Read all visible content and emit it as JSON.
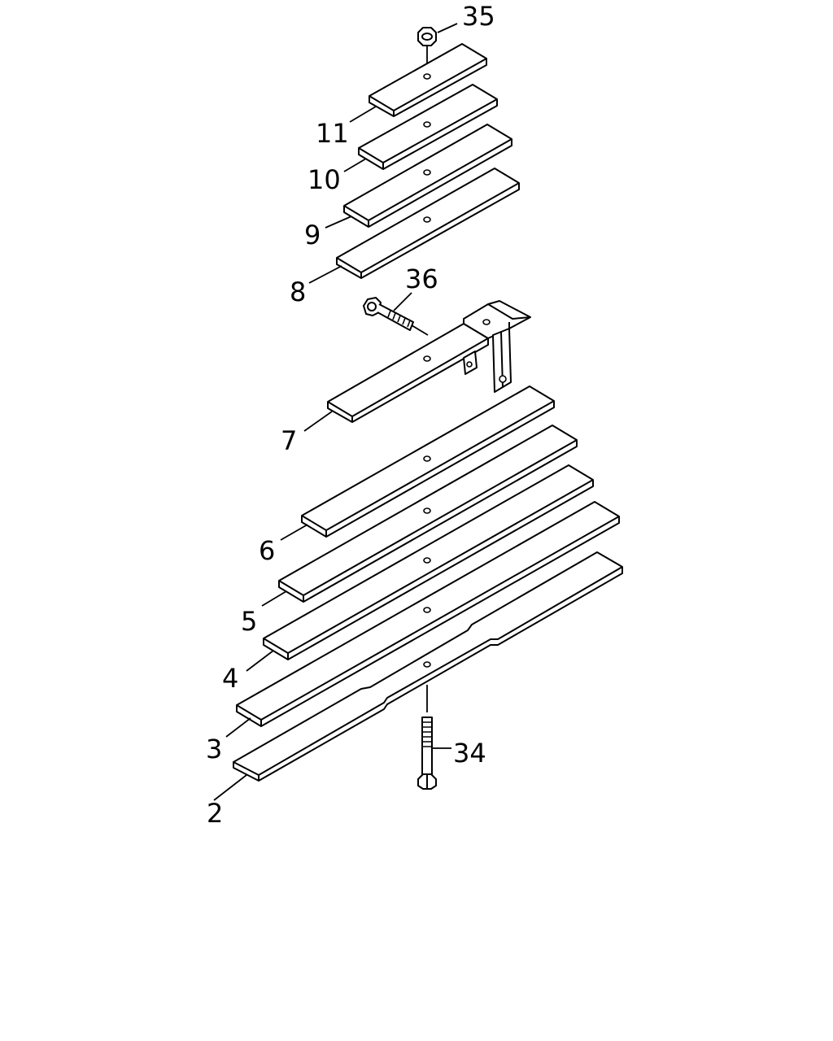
{
  "diagram": {
    "callouts": {
      "c2": "2",
      "c3": "3",
      "c4": "4",
      "c5": "5",
      "c6": "6",
      "c7": "7",
      "c8": "8",
      "c9": "9",
      "c10": "10",
      "c11": "11",
      "c34": "34",
      "c35": "35",
      "c36": "36"
    },
    "colors": {
      "line": "#000000",
      "background": "#ffffff"
    }
  }
}
